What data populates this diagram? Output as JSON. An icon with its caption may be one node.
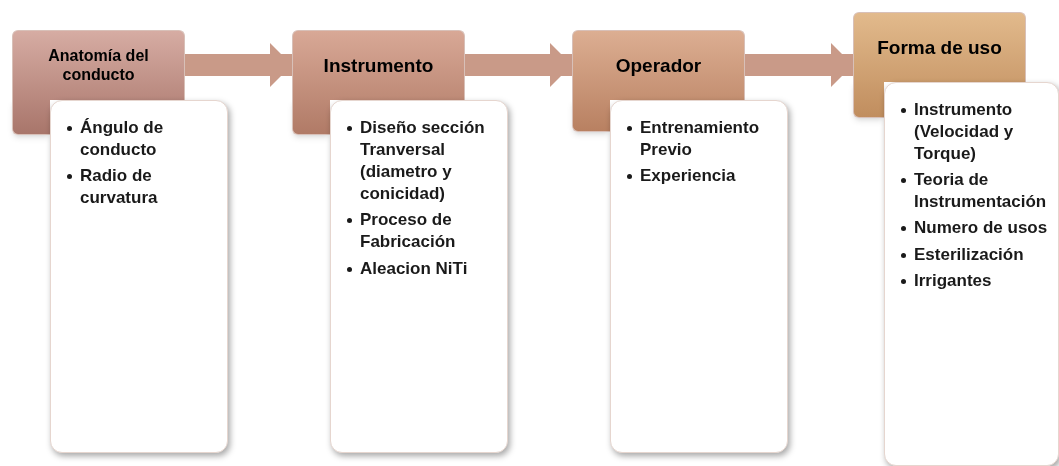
{
  "diagram": {
    "nodes": [
      {
        "text": [
          "Anatomía del conducto"
        ]
      },
      {
        "text": [
          "Ángulo de conducto",
          "Radio de curvatura"
        ]
      },
      {
        "text": [
          "Instrumento"
        ]
      },
      {
        "text": [
          "Diseño sección Tranversal (diametro y conicidad)",
          "Proceso de Fabricación",
          "Aleacion NiTi"
        ]
      },
      {
        "text": [
          "Operador"
        ]
      },
      {
        "text": [
          "Entrenamiento Previo",
          "Experiencia"
        ]
      },
      {
        "text": [
          "Forma de uso"
        ]
      },
      {
        "text": [
          "Instrumento (Velocidad y Torque)",
          "Teoria de Instrumentación",
          "Numero de usos",
          "Esterilización",
          "Irrigantes"
        ]
      }
    ],
    "edges": [
      {
        "from": 0,
        "to": 2,
        "arrow": "to"
      },
      {
        "from": 2,
        "to": 4,
        "arrow": "to"
      },
      {
        "from": 4,
        "to": 6,
        "arrow": "to"
      }
    ]
  }
}
